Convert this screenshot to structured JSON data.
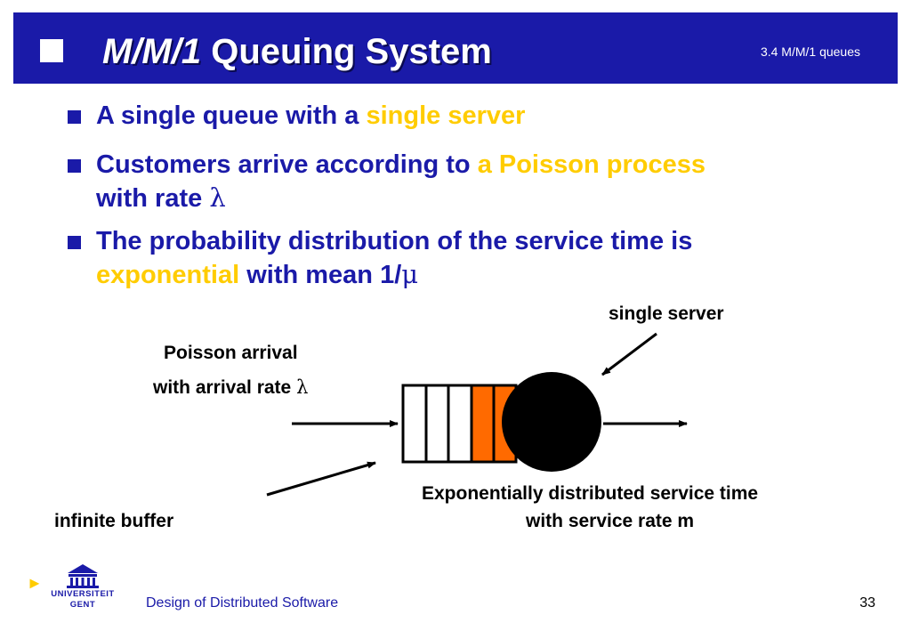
{
  "slide": {
    "title_italic": "M/M/1",
    "title_rest": " Queuing System",
    "section_label": "3.4 M/M/1 queues"
  },
  "bullets": {
    "b1_part1": "A single queue with a ",
    "b1_hl": "single server",
    "b2_part1": "Customers arrive according to ",
    "b2_hl": "a Poisson process",
    "b2_line2": "with rate ",
    "b2_greek": "λ",
    "b3_line1": "The probability distribution of the service time is",
    "b3_hl": "exponential",
    "b3_part2": " with mean 1/",
    "b3_greek": "μ"
  },
  "diagram": {
    "label_single_server": "single server",
    "label_arrival_1": "Poisson arrival",
    "label_arrival_2": "with arrival rate ",
    "label_arrival_greek": "λ",
    "label_buffer": "infinite buffer",
    "label_service_1": "Exponentially distributed service time",
    "label_service_2": "with service rate m",
    "queue_filled_color": "#ff6a00",
    "server_color": "#000000"
  },
  "footer": {
    "logo_line1": "UNIVERSITEIT",
    "logo_line2": "GENT",
    "course": "Design of Distributed Software",
    "page_number": "33"
  },
  "colors": {
    "title_bar": "#1a1aa8",
    "body_text": "#1a1aa8",
    "highlight": "#ffcc00"
  }
}
